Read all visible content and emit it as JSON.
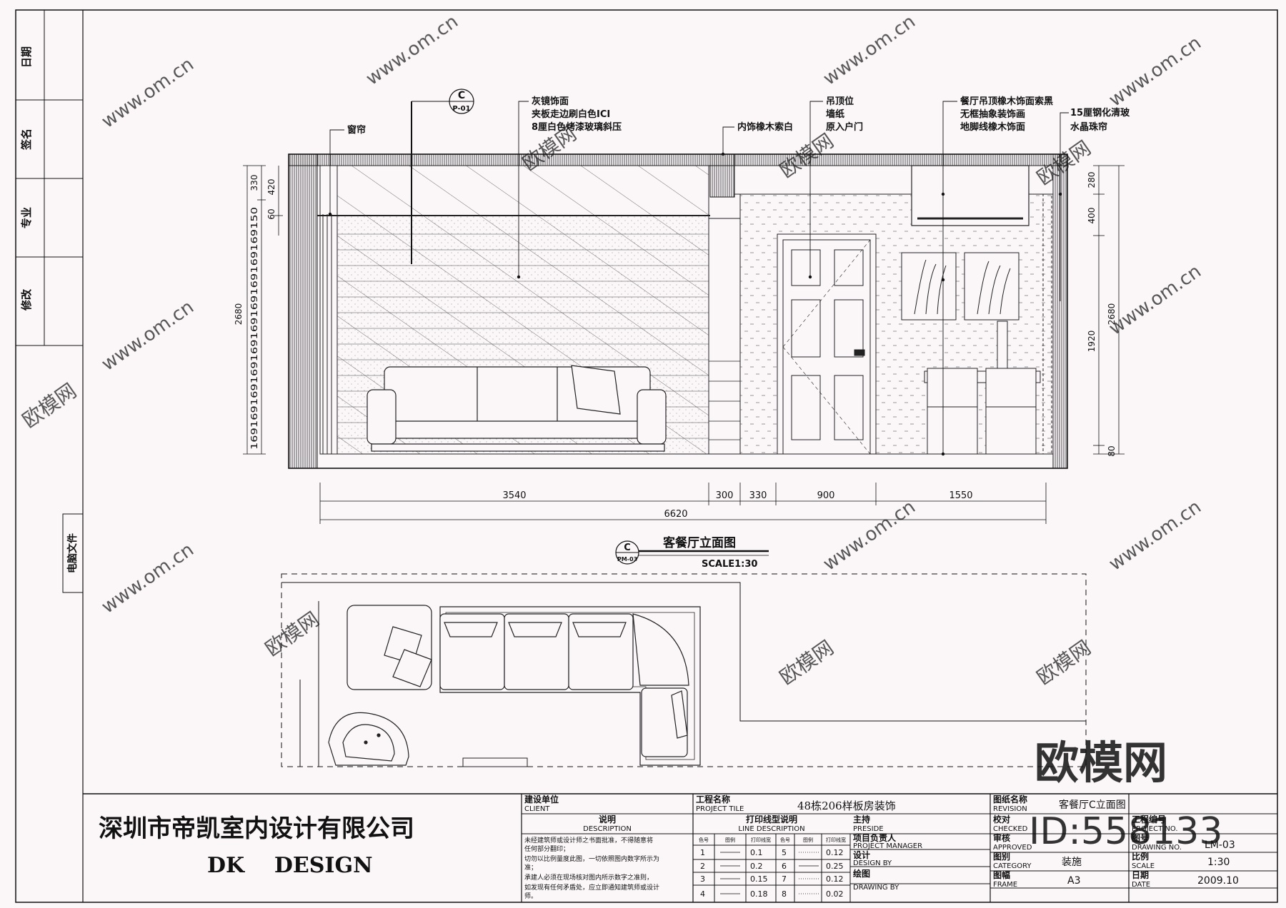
{
  "sidebar": {
    "revision_labels": [
      "日期",
      "签名",
      "专业",
      "修改"
    ],
    "computer_file": "电脑文件"
  },
  "elevation": {
    "callout": {
      "letter": "C",
      "ref": "P-01"
    },
    "labels": {
      "curtain": "窗帘",
      "mirror_1": "灰镜饰面",
      "mirror_2": "夹板走边刷白色ICI",
      "mirror_3": "8厘白色烤漆玻璃斜压",
      "wood": "内饰橡木索白",
      "ceiling_1": "吊顶位",
      "ceiling_2": "墙纸",
      "ceiling_3": "原入户门",
      "dining_1": "餐厅吊顶橡木饰面索黑",
      "dining_2": "无框抽象装饰画",
      "dining_3": "地脚线橡木饰面",
      "glass_1": "15厘钢化清玻",
      "glass_2": "水晶珠帘"
    },
    "left_dims": {
      "top": "330",
      "mid_a": "420",
      "mid_b": "60",
      "stack": "169169169169169169169169169169150",
      "total": "2680"
    },
    "right_dims": {
      "d1": "280",
      "d2": "400",
      "d3": "1920",
      "d4": "80",
      "total": "2680"
    },
    "bottom_dims": {
      "d1": "3540",
      "d2": "300",
      "d3": "330",
      "d4": "900",
      "d5": "1550",
      "total": "6620"
    },
    "title": "客餐厅立面图",
    "scale": "SCALE1:30",
    "title_callout": {
      "letter": "C",
      "ref": "PM-03"
    }
  },
  "watermark": {
    "site": "www.om.cn",
    "brand": "欧模网",
    "id": "ID:558133"
  },
  "title_block": {
    "company_cn": "深圳市帝凯室内设计有限公司",
    "company_en": "DK    DESIGN",
    "client_cn": "建设单位",
    "client_en": "CLIENT",
    "desc_cn": "说明",
    "desc_en": "DESCRIPTION",
    "notes": [
      "未经建筑师或设计师之书面批准，不得随意将",
      "任何部分翻印；",
      "切勿以比例量度此图，一切依照图内数字所示为",
      "准；",
      "承建人必须在现场核对图内所示数字之准则，",
      "如发现有任何矛盾处，应立即通知建筑师或设计",
      "师。"
    ],
    "project_cn": "工程名称",
    "project_en": "PROJECT TILE",
    "project_name": "48栋206样板房装饰",
    "line_cn": "打印线型说明",
    "line_en": "LINE DESCRIPTION",
    "line_headers": [
      "色号",
      "图例",
      "打印线宽",
      "色号",
      "图例",
      "打印线宽"
    ],
    "line_rows": [
      [
        "1",
        "0.1",
        "5",
        "0.12"
      ],
      [
        "2",
        "0.2",
        "6",
        "0.25"
      ],
      [
        "3",
        "0.15",
        "7",
        "0.12"
      ],
      [
        "4",
        "0.18",
        "8",
        "0.02"
      ]
    ],
    "preside_cn": "主持",
    "preside_en": "PRESIDE",
    "pm_cn": "项目负责人",
    "pm_en": "PROJECT MANAGER",
    "design_cn": "设计",
    "design_en": "DESIGN BY",
    "drawing_cn": "绘图",
    "drawing_en": "DRAWING BY",
    "dwgname_cn": "图纸名称",
    "dwgname_en": "REVISION",
    "dwgname_value": "客餐厅C立面图",
    "checked_cn": "校对",
    "checked_en": "CHECKED",
    "approved_cn": "审核",
    "approved_en": "APPROVED",
    "category_cn": "图别",
    "category_en": "CATEGORY",
    "category_value": "装施",
    "frame_cn": "图幅",
    "frame_en": "FRAME",
    "frame_value": "A3",
    "projno_cn": "工程编号",
    "projno_en": "PROJECT NO.",
    "dwgno_cn": "图号",
    "dwgno_en": "DRAWING NO.",
    "dwgno_value": "LM-03",
    "scale_cn": "比例",
    "scale_en": "SCALE",
    "scale_value": "1:30",
    "date_cn": "日期",
    "date_en": "DATE",
    "date_value": "2009.10"
  }
}
